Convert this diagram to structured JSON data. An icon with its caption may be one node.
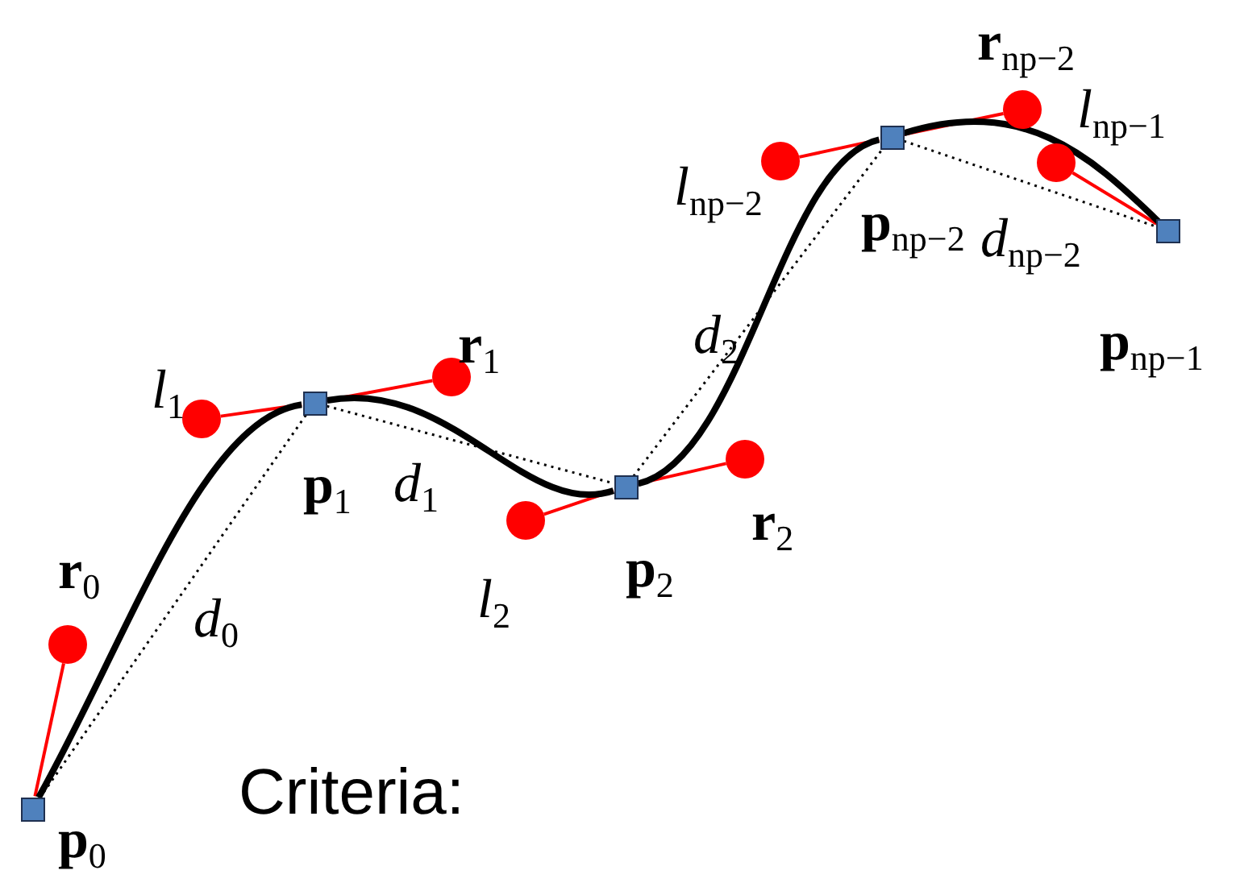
{
  "diagram": {
    "nodes": [
      {
        "text": [],
        "shape": "box",
        "beside": [
          "**p**$_{0}$"
        ]
      },
      {
        "text": [],
        "shape": "circle",
        "beside": [
          "**r**$_{0}$"
        ]
      },
      {
        "text": [],
        "shape": "circle",
        "beside": [
          "*l*$_{1}$"
        ]
      },
      {
        "text": [],
        "shape": "box",
        "beside": [
          "**p**$_{1}$"
        ]
      },
      {
        "text": [],
        "shape": "circle",
        "beside": [
          "**r**$_{1}$"
        ]
      },
      {
        "text": [],
        "shape": "circle",
        "beside": [
          "*l*$_{2}$"
        ]
      },
      {
        "text": [],
        "shape": "box",
        "beside": [
          "**p**$_{2}$"
        ]
      },
      {
        "text": [],
        "shape": "circle",
        "beside": [
          "**r**$_{2}$"
        ]
      },
      {
        "text": [],
        "shape": "circle",
        "beside": [
          "*l*$_{np−2}$"
        ]
      },
      {
        "text": [],
        "shape": "box",
        "beside": [
          "**p**$_{np−2}$"
        ]
      },
      {
        "text": [],
        "shape": "circle",
        "beside": [
          "**r**$_{np−2}$"
        ]
      },
      {
        "text": [],
        "shape": "circle",
        "beside": [
          "*l*$_{np−1}$"
        ]
      },
      {
        "text": [],
        "shape": "box",
        "beside": [
          "**p**$_{np−1}$"
        ]
      }
    ],
    "edges": [
      {
        "from": 0,
        "to": 1,
        "arrow": "none",
        "color": "#ff0000"
      },
      {
        "from": 2,
        "to": 3,
        "arrow": "none",
        "color": "#ff0000"
      },
      {
        "from": 3,
        "to": 4,
        "arrow": "none",
        "color": "#ff0000"
      },
      {
        "from": 5,
        "to": 6,
        "arrow": "none",
        "color": "#ff0000"
      },
      {
        "from": 6,
        "to": 7,
        "arrow": "none",
        "color": "#ff0000"
      },
      {
        "from": 8,
        "to": 9,
        "arrow": "none",
        "color": "#ff0000"
      },
      {
        "from": 9,
        "to": 10,
        "arrow": "none",
        "color": "#ff0000"
      },
      {
        "from": 11,
        "to": 12,
        "arrow": "none",
        "color": "#ff0000"
      },
      {
        "from": 0,
        "to": 3,
        "arrow": "none",
        "style": "thick",
        "color": "#000000"
      },
      {
        "from": 3,
        "to": 6,
        "arrow": "none",
        "style": "thick",
        "color": "#000000"
      },
      {
        "from": 6,
        "to": 9,
        "arrow": "none",
        "style": "thick",
        "color": "#000000"
      },
      {
        "from": 9,
        "to": 12,
        "arrow": "none",
        "style": "thick",
        "color": "#000000"
      },
      {
        "from": 0,
        "to": 3,
        "arrow": "none",
        "style": "dashed",
        "color": "#000000",
        "label": "*d*$_{0}$"
      },
      {
        "from": 3,
        "to": 6,
        "arrow": "none",
        "style": "dashed",
        "color": "#000000",
        "label": "*d*$_{1}$"
      },
      {
        "from": 6,
        "to": 9,
        "arrow": "none",
        "style": "dashed",
        "color": "#000000",
        "label": "*d*$_{2}$"
      },
      {
        "from": 9,
        "to": 12,
        "arrow": "none",
        "style": "dashed",
        "color": "#000000",
        "label": "*d*$_{np−2}$"
      }
    ],
    "labels": [
      "Criteria:"
    ]
  }
}
